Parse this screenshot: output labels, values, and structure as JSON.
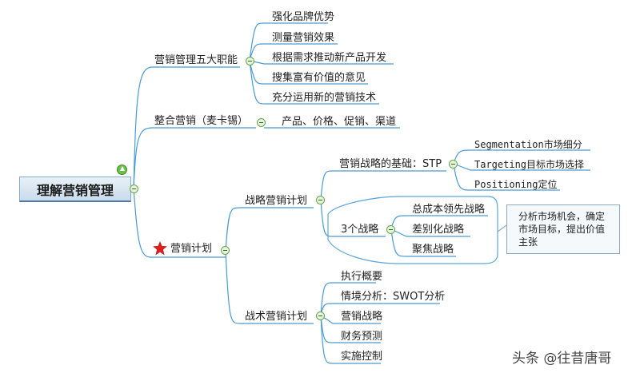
{
  "root": {
    "label": "理解营销管理"
  },
  "branches": {
    "functions": {
      "label": "营销管理五大职能",
      "items": [
        "强化品牌优势",
        "测量营销效果",
        "根据需求推动新产品开发",
        "搜集富有价值的意见",
        "充分运用新的营销技术"
      ]
    },
    "integrated": {
      "label": "整合营销（麦卡锡）",
      "child": "产品、价格、促销、渠道"
    },
    "plan": {
      "label": "营销计划",
      "strategic": {
        "label": "战略营销计划",
        "stp": {
          "label": "营销战略的基础：STP",
          "items": [
            "Segmentation市场细分",
            "Targeting目标市场选择",
            "Positioning定位"
          ]
        },
        "three": {
          "label": "3个战略",
          "items": [
            "总成本领先战略",
            "差别化战略",
            "聚焦战略"
          ]
        },
        "callout": "分析市场机会，确定市场目标，提出价值主张"
      },
      "tactical": {
        "label": "战术营销计划",
        "items": [
          "执行概要",
          "情境分析：SWOT分析",
          "营销战略",
          "财务预测",
          "实施控制"
        ]
      }
    }
  },
  "watermark": "头条 @往昔唐哥",
  "colors": {
    "line": "#4a9ad4",
    "toggle": "#6aa34d",
    "star": "#e02020"
  }
}
